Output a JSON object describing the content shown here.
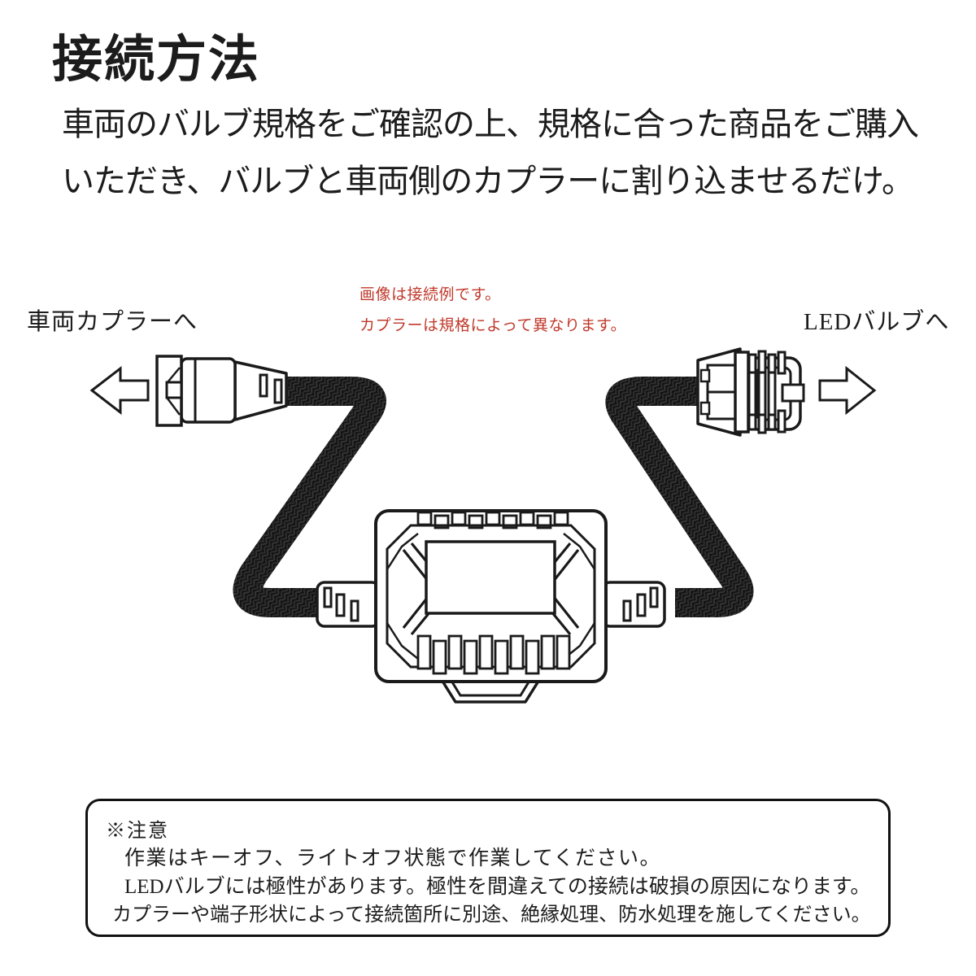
{
  "title": "接続方法",
  "intro": {
    "line1": "車両のバルブ規格をご確認の上、規格に合った商品をご購入",
    "line2": "いただき、バルブと車両側のカプラーに割り込ませるだけ。"
  },
  "diagram": {
    "caption_red": {
      "line1": "画像は接続例です。",
      "line2": "カプラーは規格によって異なります。"
    },
    "label_left": "車両カプラーへ",
    "label_right": "LEDバルブへ",
    "icons": {
      "left_arrow": "outline-arrow-pointing-left",
      "right_arrow": "outline-arrow-pointing-right",
      "vehicle_coupler": "vehicle-side-coupler-line-drawing",
      "led_connector": "led-bulb-connector-line-drawing",
      "decoder_box": "canbus-decoder-unit-line-drawing",
      "cables": "black-braided-cable"
    },
    "colors": {
      "caption_red": "#c0392b",
      "line_art": "#1a1a1a",
      "cable_black": "#141414",
      "background": "#ffffff"
    }
  },
  "notes": {
    "heading": "※注意",
    "items": [
      "作業はキーオフ、ライトオフ状態で作業してください。",
      "LEDバルブには極性があります。極性を間違えての接続は破損の原因になります。",
      "カプラーや端子形状によって接続箇所に別途、絶縁処理、防水処理を施してください。"
    ]
  }
}
